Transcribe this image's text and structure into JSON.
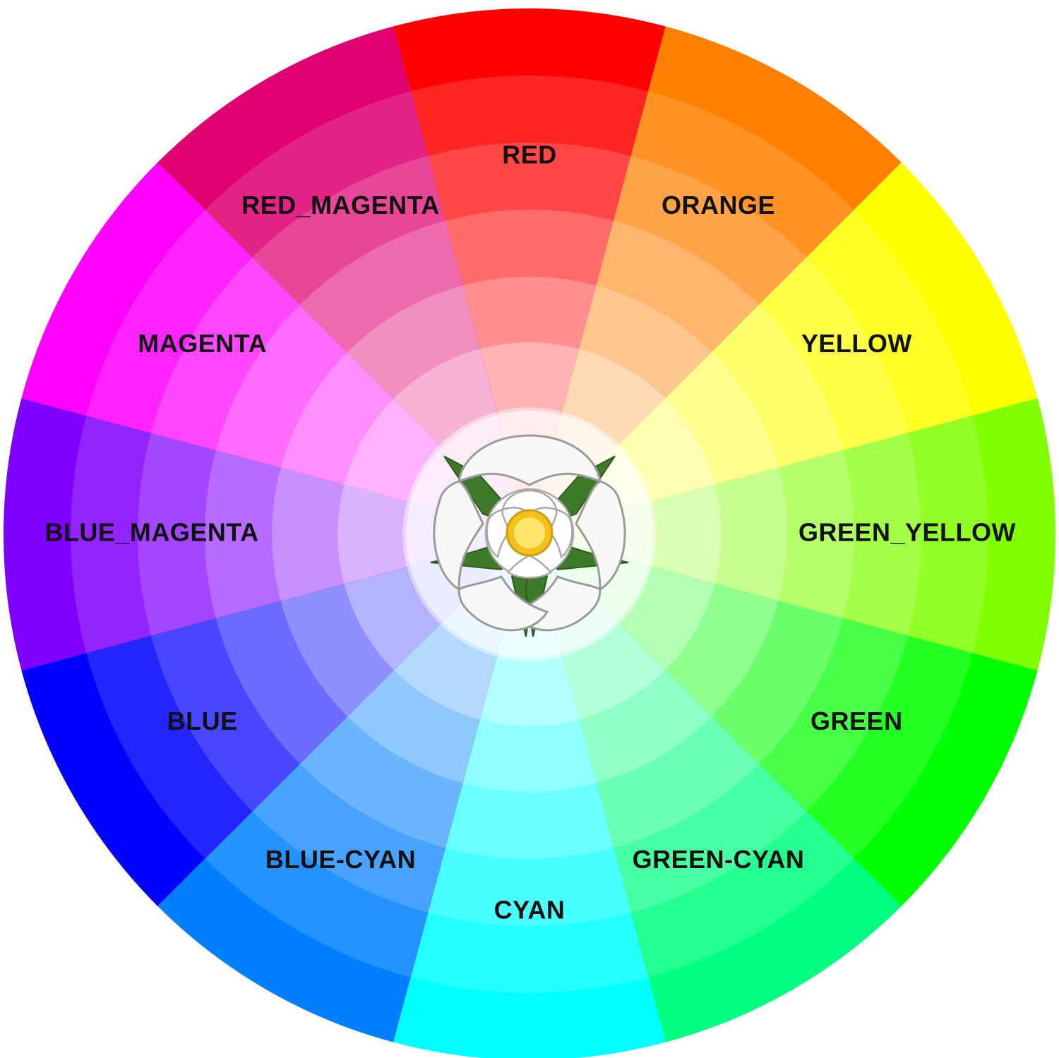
{
  "wheel": {
    "segments": [
      {
        "label": "RED",
        "color": "#FF0000"
      },
      {
        "label": "ORANGE",
        "color": "#FF8000"
      },
      {
        "label": "YELLOW",
        "color": "#FFFF00"
      },
      {
        "label": "GREEN_YELLOW",
        "color": "#80FF00"
      },
      {
        "label": "GREEN",
        "color": "#00FF00"
      },
      {
        "label": "GREEN-CYAN",
        "color": "#00FF80"
      },
      {
        "label": "CYAN",
        "color": "#00FFFF"
      },
      {
        "label": "BLUE-CYAN",
        "color": "#0080FF"
      },
      {
        "label": "BLUE",
        "color": "#0000FF"
      },
      {
        "label": "BLUE_MAGENTA",
        "color": "#8000FF"
      },
      {
        "label": "MAGENTA",
        "color": "#FF00FF"
      },
      {
        "label": "RED_MAGENTA",
        "color": "#E00070"
      }
    ],
    "center_emblem": "white-rose-icon"
  }
}
